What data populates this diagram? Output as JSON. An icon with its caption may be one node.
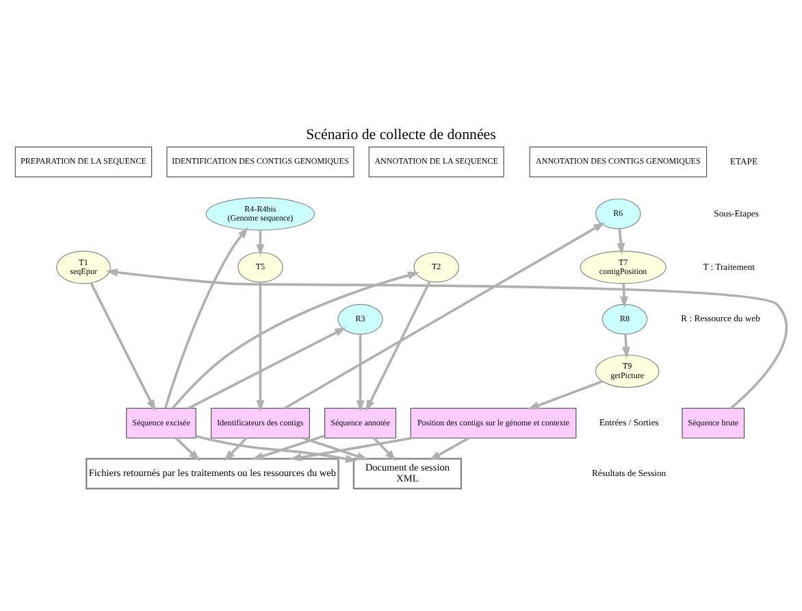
{
  "diagram": {
    "title": "Scénario de collecte de données",
    "nodes": [
      {
        "text": [
          "PREPARATION DE LA SEQUENCE"
        ]
      },
      {
        "text": [
          "ANNOTATION DE LA SEQUENCE"
        ]
      },
      {
        "text": [
          "IDENTIFICATION DES CONTIGS GENOMIQUES"
        ]
      },
      {
        "text": [
          "ANNOTATION DES CONTIGS GENOMIQUES"
        ]
      },
      {
        "text": [
          "R4-R4bis",
          "(Genome sequence)"
        ]
      },
      {
        "text": [
          "R6"
        ]
      },
      {
        "text": [
          "T1",
          "seqEpur"
        ]
      },
      {
        "text": [
          "T2"
        ]
      },
      {
        "text": [
          "T5"
        ]
      },
      {
        "text": [
          "T7",
          "contigPosition"
        ]
      },
      {
        "text": [
          "R3"
        ]
      },
      {
        "text": [
          "R8"
        ]
      },
      {
        "text": [
          "T9",
          "getPicture"
        ]
      },
      {
        "text": [
          "Séquence brute"
        ]
      },
      {
        "text": [
          "Séquence excisée"
        ]
      },
      {
        "text": [
          "Séquence annotée"
        ]
      },
      {
        "text": [
          "Identificateurs des contigs"
        ]
      },
      {
        "text": [
          "Position des contigs sur le génome et contexte"
        ]
      },
      {
        "text": [
          "Fichiers retournés par les traitements ou les ressources du web"
        ]
      },
      {
        "text": [
          "Document de session",
          "XML"
        ]
      }
    ],
    "edges": [
      {
        "from": 13,
        "to": 6,
        "arrow": "to"
      },
      {
        "from": 6,
        "to": 14,
        "arrow": "to"
      },
      {
        "from": 14,
        "to": 7,
        "arrow": "to"
      },
      {
        "from": 14,
        "to": 10,
        "arrow": "to"
      },
      {
        "from": 14,
        "to": 4,
        "arrow": "to"
      },
      {
        "from": 7,
        "to": 15,
        "arrow": "to"
      },
      {
        "from": 10,
        "to": 15,
        "arrow": "to"
      },
      {
        "from": 4,
        "to": 8,
        "arrow": "to"
      },
      {
        "from": 8,
        "to": 16,
        "arrow": "to"
      },
      {
        "from": 16,
        "to": 5,
        "arrow": "to"
      },
      {
        "from": 5,
        "to": 9,
        "arrow": "to"
      },
      {
        "from": 9,
        "to": 11,
        "arrow": "to"
      },
      {
        "from": 11,
        "to": 12,
        "arrow": "to"
      },
      {
        "from": 12,
        "to": 17,
        "arrow": "to"
      },
      {
        "from": 14,
        "to": 18,
        "arrow": "to"
      },
      {
        "from": 15,
        "to": 18,
        "arrow": "to"
      },
      {
        "from": 16,
        "to": 18,
        "arrow": "to"
      },
      {
        "from": 17,
        "to": 18,
        "arrow": "to"
      },
      {
        "from": 14,
        "to": 19,
        "arrow": "to"
      },
      {
        "from": 15,
        "to": 19,
        "arrow": "to"
      },
      {
        "from": 16,
        "to": 19,
        "arrow": "to"
      },
      {
        "from": 17,
        "to": 19,
        "arrow": "to"
      }
    ],
    "labels": [
      "ETAPE",
      "Sous-Etapes",
      "T : Traitement",
      "R : Ressource du web",
      "Entrées / Sorties",
      "Résultats de Session"
    ]
  }
}
